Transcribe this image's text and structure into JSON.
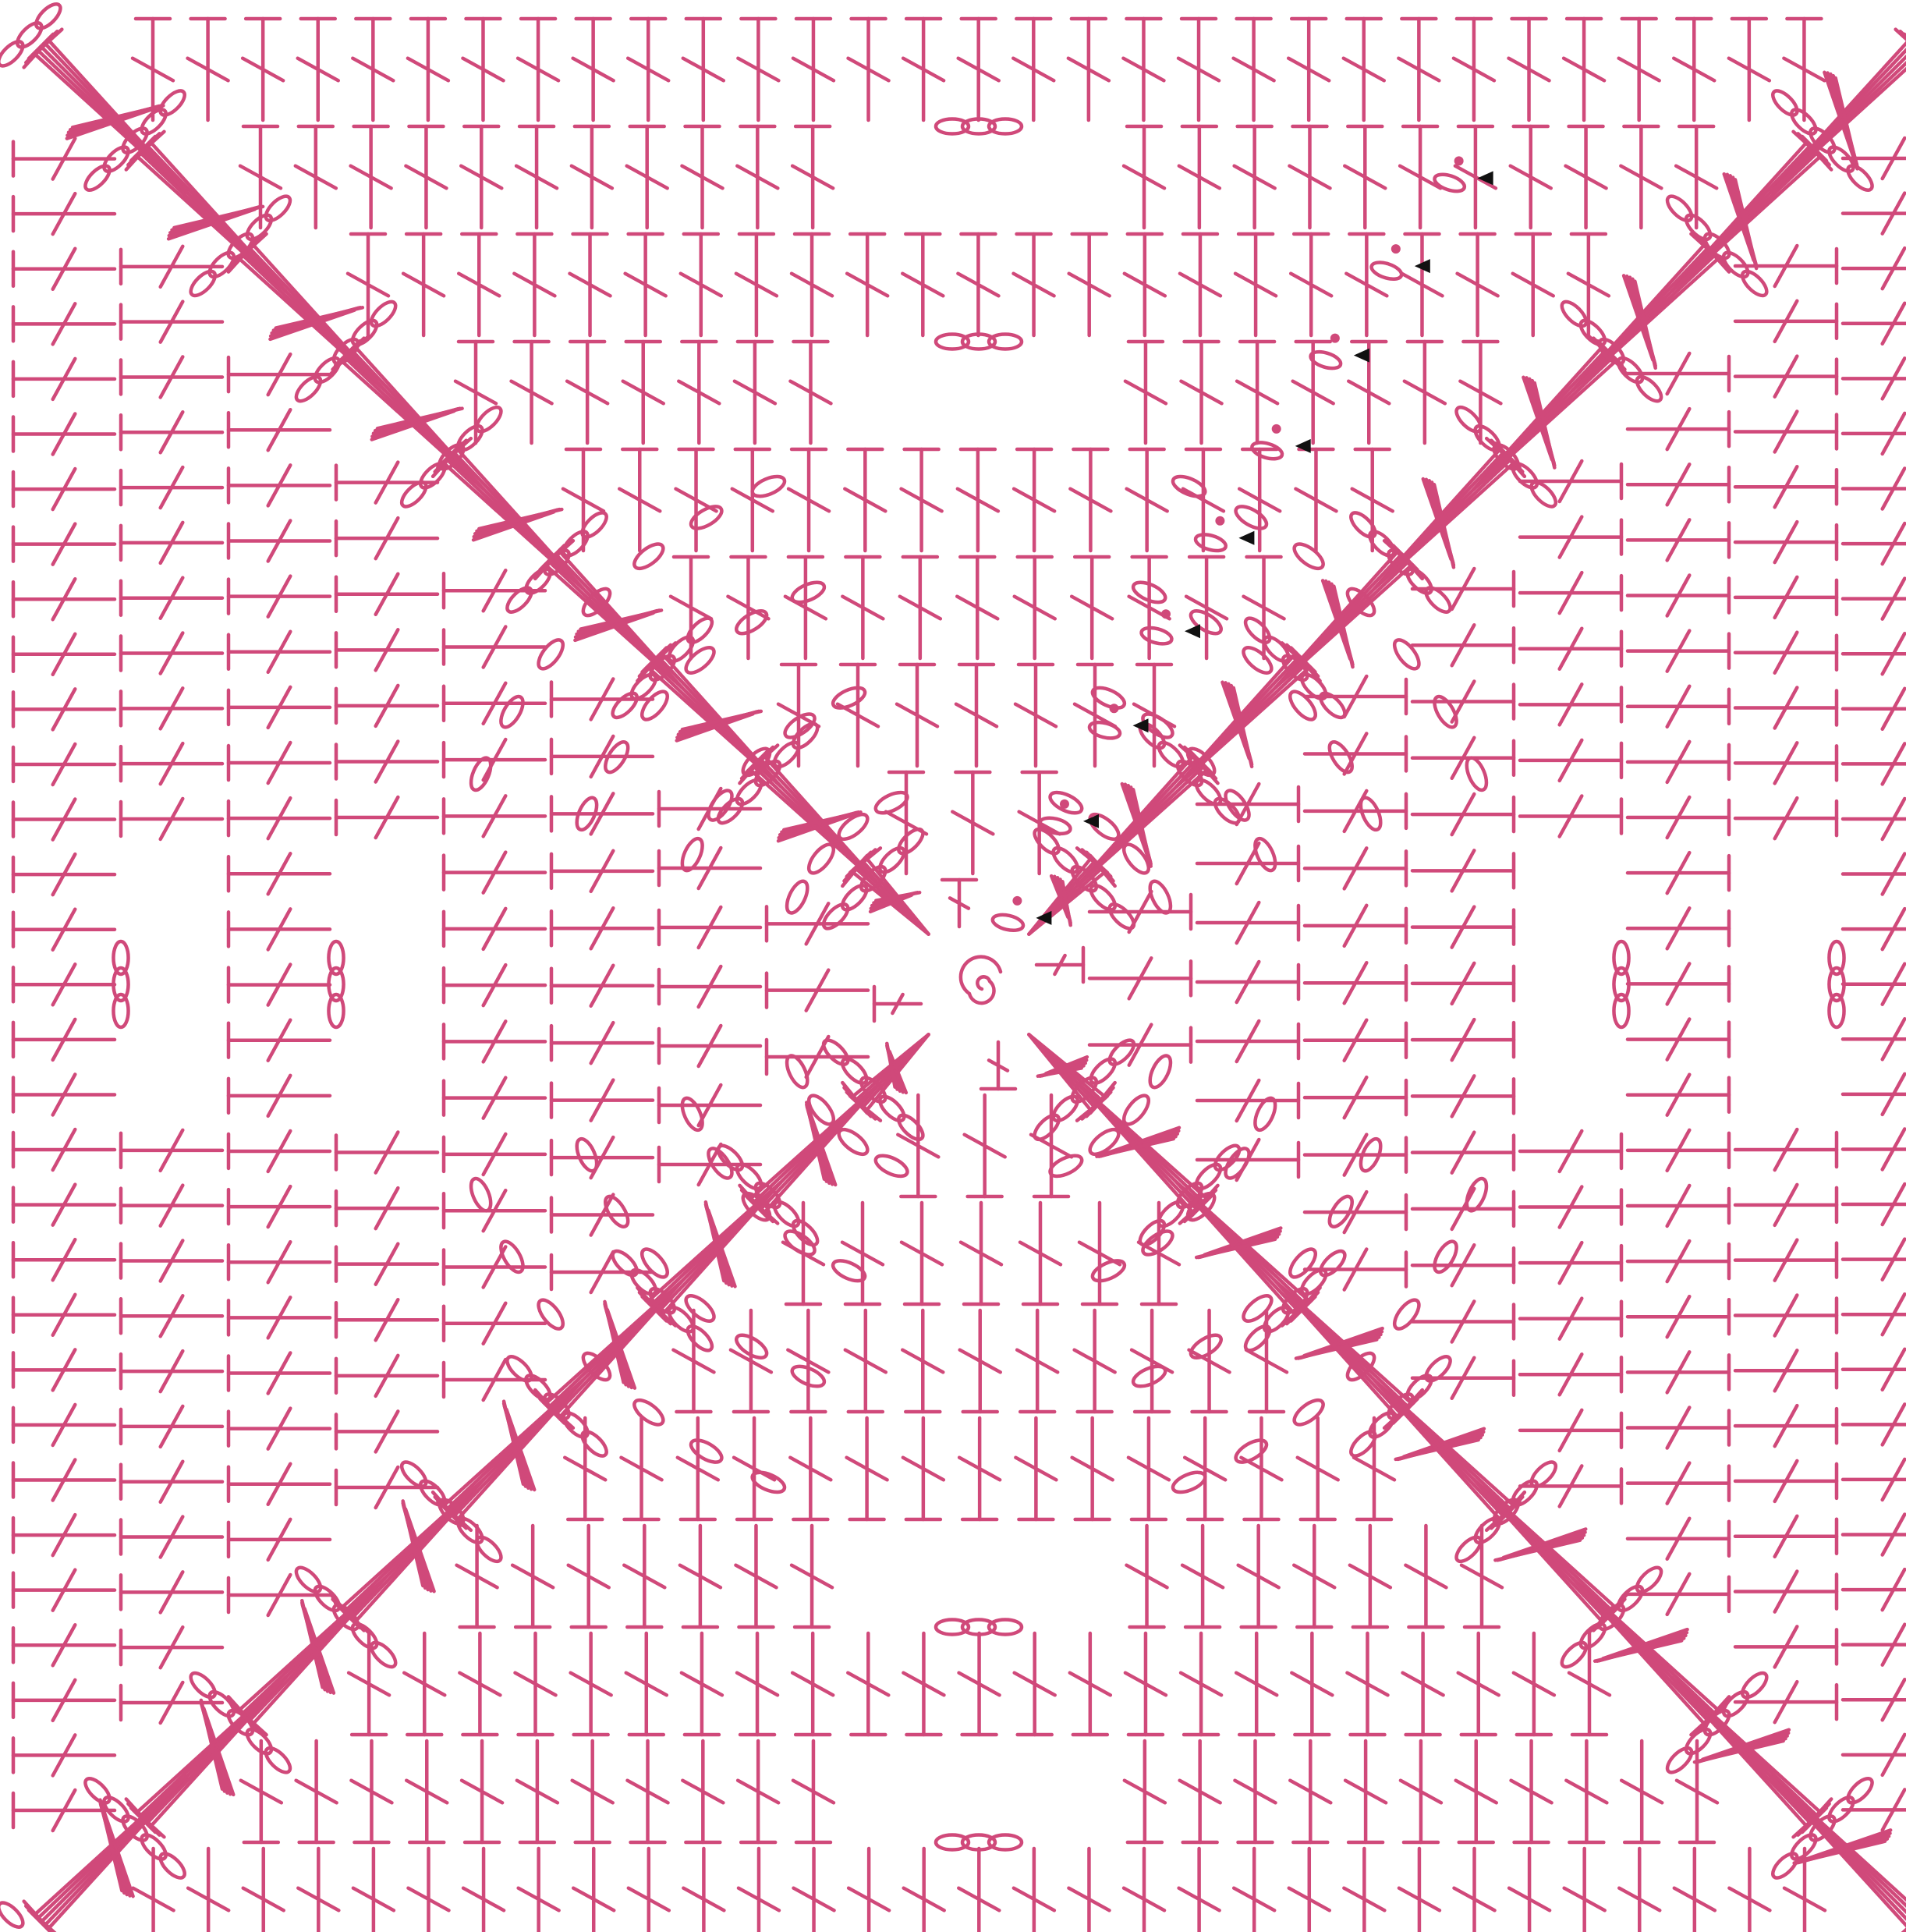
{
  "diagram": {
    "kind": "crochet granny square stitch chart",
    "rounds": 9,
    "stitch_color": "#d0497a",
    "marker_color": "#111111",
    "start_symbol": "magic-ring",
    "round_start": "slip-stitch",
    "round_start_marker": "triangle-arrow",
    "stitch_types": [
      "double-crochet",
      "half-double-crochet",
      "chain-stitch",
      "slip-stitch",
      "magic-ring"
    ],
    "background": "#ffffff"
  }
}
